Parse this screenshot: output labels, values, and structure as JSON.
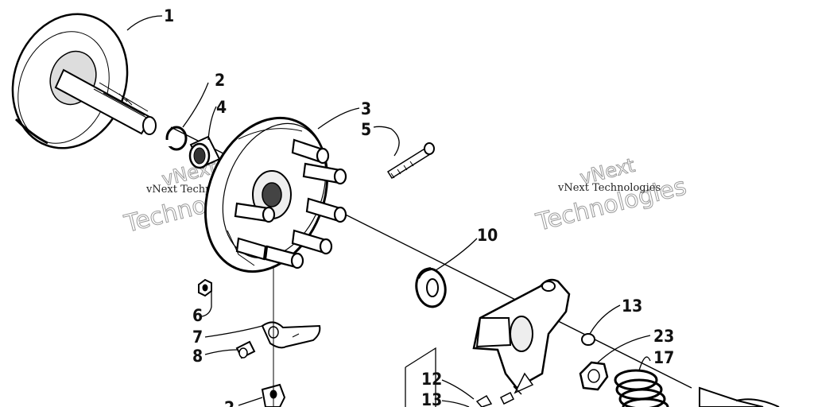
{
  "callouts": [
    "1",
    "2",
    "4",
    "3",
    "5",
    "10",
    "6",
    "7",
    "8",
    "13",
    "23",
    "17",
    "12",
    "13",
    "2"
  ],
  "watermark": {
    "brand": "vNext",
    "sub": "Technologies",
    "caption": "vNext Technologies"
  }
}
